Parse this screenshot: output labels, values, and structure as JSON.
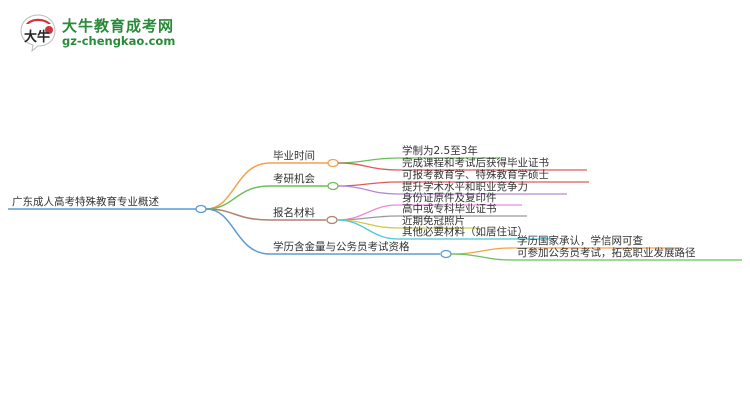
{
  "logo": {
    "badge_text": "大牛",
    "title": "大牛教育成考网",
    "url": "gz-chengkao.com",
    "brand_color": "#2a8a3a",
    "accent_color": "#d0343a"
  },
  "mindmap": {
    "root": {
      "label": "广东成人高考特殊教育专业概述",
      "color": "#5b9bd5"
    },
    "branches": [
      {
        "label": "毕业时间",
        "color": "#f5a04a",
        "children": [
          {
            "label": "学制为2.5至3年",
            "color": "#6cbf5a"
          },
          {
            "label": "完成课程和考试后获得毕业证书",
            "color": "#e05a5a"
          }
        ]
      },
      {
        "label": "考研机会",
        "color": "#6cbf5a",
        "children": [
          {
            "label": "可报考教育学、特殊教育学硕士",
            "color": "#e05a5a"
          },
          {
            "label": "提升学术水平和职业竞争力",
            "color": "#b08ad6"
          }
        ]
      },
      {
        "label": "报名材料",
        "color": "#b08070",
        "children": [
          {
            "label": "身份证原件及复印件",
            "color": "#ee8ad0"
          },
          {
            "label": "高中或专科毕业证书",
            "color": "#9a9a9a"
          },
          {
            "label": "近期免冠照片",
            "color": "#cdcd4a"
          },
          {
            "label": "其他必要材料（如居住证）",
            "color": "#4ec8d6"
          }
        ]
      },
      {
        "label": "学历含金量与公务员考试资格",
        "color": "#5b9bd5",
        "children": [
          {
            "label": "学历国家承认，学信网可查",
            "color": "#f5a04a"
          },
          {
            "label": "可参加公务员考试，拓宽职业发展路径",
            "color": "#6cbf5a"
          }
        ]
      }
    ]
  }
}
